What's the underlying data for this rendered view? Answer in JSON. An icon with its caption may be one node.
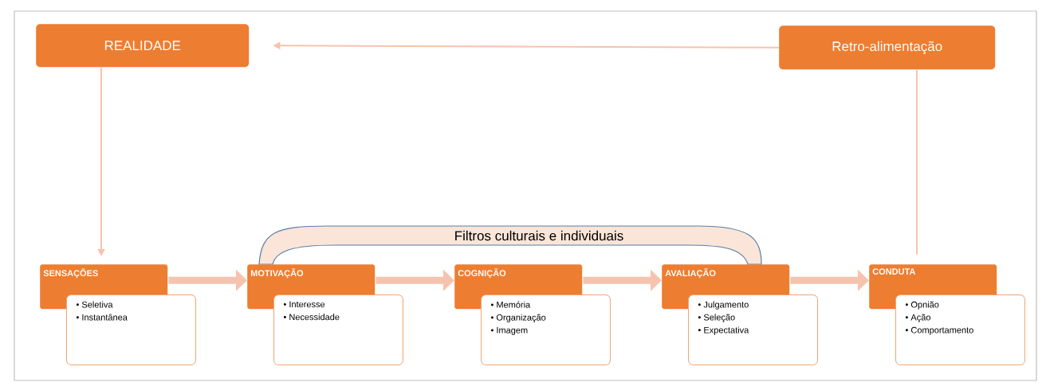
{
  "diagram": {
    "nodes": [
      {
        "text": [
          "REALIDADE"
        ]
      },
      {
        "text": [
          "Retro-alimentação"
        ]
      },
      {
        "text": [
          "Filtros culturais e individuais"
        ]
      },
      {
        "text": [
          "SENSAÇÕES",
          "• Seletiva",
          "• Instantânea"
        ]
      },
      {
        "text": [
          "MOTIVAÇÃO",
          "• Interesse",
          "• Necessidade"
        ]
      },
      {
        "text": [
          "COGNIÇÃO",
          "• Memória",
          "• Organização",
          "• Imagem"
        ]
      },
      {
        "text": [
          "AVALIAÇÃO",
          "• Julgamento",
          "• Seleção",
          "• Expectativa"
        ]
      },
      {
        "text": [
          "CONDUTA",
          "• Opnião",
          "• Ação",
          "• Comportamento"
        ]
      }
    ],
    "edges": [
      {
        "from": 0,
        "to": 3,
        "arrow": "to"
      },
      {
        "from": 1,
        "to": 0,
        "arrow": "to"
      },
      {
        "from": 7,
        "to": 1,
        "arrow": "none"
      },
      {
        "from": 3,
        "to": 4,
        "arrow": "to"
      },
      {
        "from": 4,
        "to": 5,
        "arrow": "to"
      },
      {
        "from": 5,
        "to": 6,
        "arrow": "to"
      },
      {
        "from": 6,
        "to": 7,
        "arrow": "to"
      }
    ]
  }
}
